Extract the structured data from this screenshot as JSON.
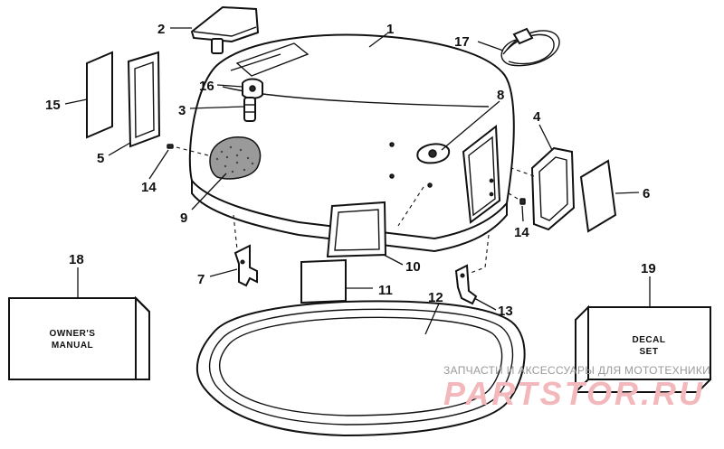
{
  "callouts": [
    {
      "id": "1",
      "text": "1"
    },
    {
      "id": "2",
      "text": "2"
    },
    {
      "id": "3",
      "text": "3"
    },
    {
      "id": "4",
      "text": "4"
    },
    {
      "id": "5",
      "text": "5"
    },
    {
      "id": "6",
      "text": "6"
    },
    {
      "id": "7",
      "text": "7"
    },
    {
      "id": "8",
      "text": "8"
    },
    {
      "id": "9",
      "text": "9"
    },
    {
      "id": "10",
      "text": "10"
    },
    {
      "id": "11",
      "text": "11"
    },
    {
      "id": "12",
      "text": "12"
    },
    {
      "id": "13",
      "text": "13"
    },
    {
      "id": "14a",
      "text": "14"
    },
    {
      "id": "14b",
      "text": "14"
    },
    {
      "id": "15",
      "text": "15"
    },
    {
      "id": "16",
      "text": "16"
    },
    {
      "id": "17",
      "text": "17"
    },
    {
      "id": "18",
      "text": "18"
    },
    {
      "id": "19",
      "text": "19"
    }
  ],
  "boxes": {
    "owners_manual": {
      "line1": "OWNER'S",
      "line2": "MANUAL"
    },
    "decal_set": {
      "line1": "DECAL",
      "line2": "SET"
    }
  },
  "watermark": {
    "tagline": "ЗАПЧАСТИ И АКСЕССУАРЫ ДЛЯ МОТОТЕХНИКИ",
    "brand": "PARTSTOR.RU"
  },
  "colors": {
    "line": "#111111",
    "watermark_brand": "#f2b8bb",
    "watermark_text": "#9a9a9a"
  }
}
